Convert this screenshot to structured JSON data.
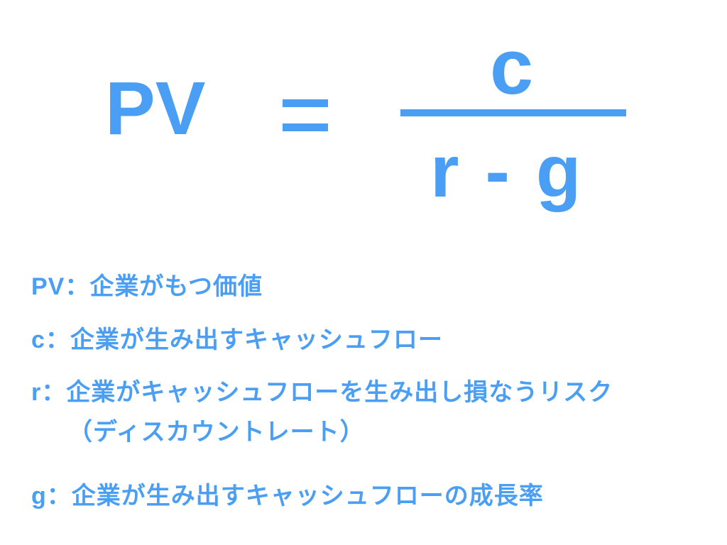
{
  "formula": {
    "lhs": "PV",
    "equals": "=",
    "numerator": "c",
    "denominator": "r - g"
  },
  "definitions": [
    {
      "symbol": "PV",
      "separator": "：",
      "text": "企業がもつ価値"
    },
    {
      "symbol": "c",
      "separator": "：",
      "text": "企業が生み出すキャッシュフロー"
    },
    {
      "symbol": "r",
      "separator": "：",
      "text": "企業がキャッシュフローを生み出し損なうリスク",
      "continuation": "（ディスカウントレート）"
    },
    {
      "symbol": "g",
      "separator": "：",
      "text": "企業が生み出すキャッシュフローの成長率"
    }
  ],
  "colors": {
    "accent": "#4a9ff5",
    "background": "#ffffff"
  }
}
